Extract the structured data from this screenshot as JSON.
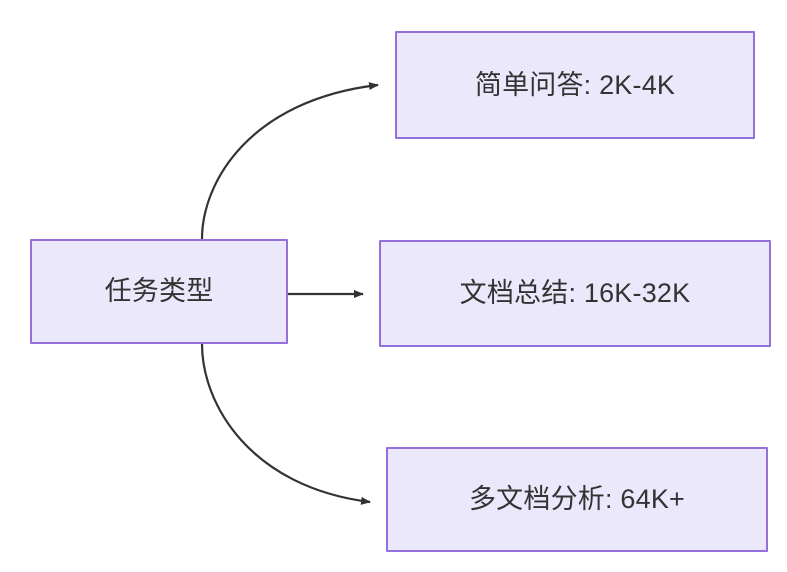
{
  "diagram": {
    "type": "flowchart",
    "direction": "left-to-right",
    "background_color": "#FFFFFF",
    "node_fill_color": "#ECE8FB",
    "node_border_color": "#9370DB",
    "node_text_color": "#333333",
    "edge_color": "#333333",
    "source": {
      "id": "task-type",
      "label": "任务类型"
    },
    "targets": [
      {
        "id": "simple-qa",
        "label": "简单问答: 2K-4K",
        "task": "简单问答",
        "range": "2K-4K"
      },
      {
        "id": "doc-summary",
        "label": "文档总结: 16K-32K",
        "task": "文档总结",
        "range": "16K-32K"
      },
      {
        "id": "multi-doc",
        "label": "多文档分析: 64K+",
        "task": "多文档分析",
        "range": "64K+"
      }
    ],
    "edges": [
      {
        "id": "edge-to-simple-qa",
        "from": "任务类型",
        "to": "简单问答: 2K-4K",
        "style": "curved-arrow"
      },
      {
        "id": "edge-to-doc-summary",
        "from": "任务类型",
        "to": "文档总结: 16K-32K",
        "style": "straight-arrow"
      },
      {
        "id": "edge-to-multi-doc",
        "from": "任务类型",
        "to": "多文档分析: 64K+",
        "style": "curved-arrow"
      }
    ]
  }
}
